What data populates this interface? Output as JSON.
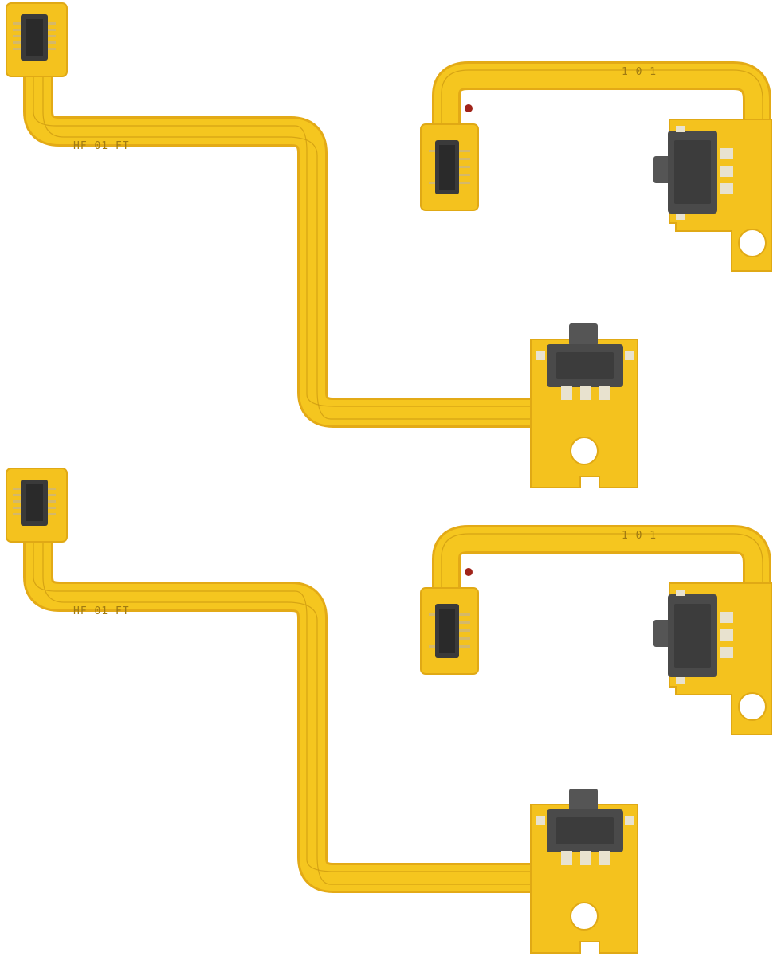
{
  "photo": {
    "background_color": "#ffffff",
    "flex_color": "#f4c21e",
    "flex_edge_color": "#e0a915",
    "trace_color": "#c9950f",
    "connector_color": "#3a3a3a",
    "pin_color": "#d4b86a",
    "switch_body_color": "#4a4a4a"
  },
  "cables": [
    {
      "long_cable_marking": "HF 01 FT",
      "short_cable_marking": "1 0 1"
    },
    {
      "long_cable_marking": "HF 01 FT",
      "short_cable_marking": "1 0 1"
    }
  ]
}
